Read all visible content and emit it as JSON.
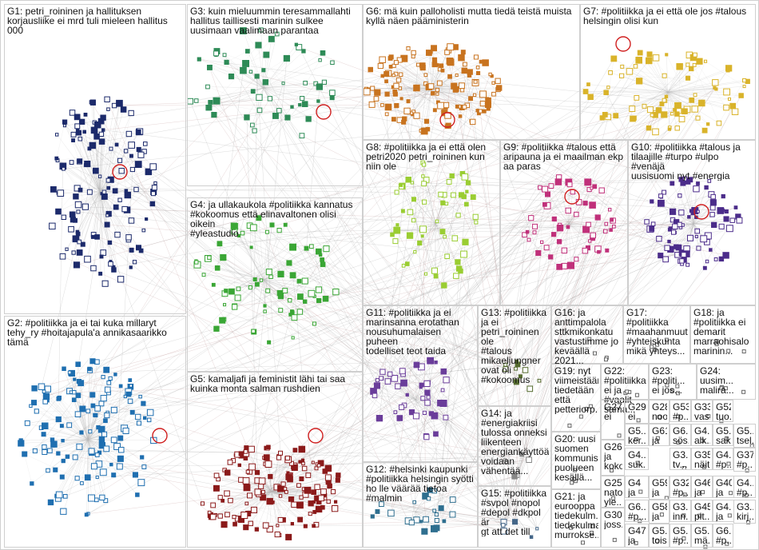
{
  "groups": [
    {
      "id": "G1",
      "label": "G1: petri_roininen ja hallituksen\nkorjausliike ei mrd tuli mieleen hallitus 000",
      "color": "#1c2a6b"
    },
    {
      "id": "G2",
      "label": "G2: #politiikka ja ei tai kuka millaryt\ntehy_ry #hoitajapula'a annikasaarikko\ntämä",
      "color": "#1f6fb0"
    },
    {
      "id": "G3",
      "label": "G3: kuin mieluummin teresammallahti\nhallitus taillisesti marinin sulkee\nuusimaan vaalimaan parantaa",
      "color": "#2e8b57"
    },
    {
      "id": "G4",
      "label": "G4: ja ullakaukola #politiikka kannatus\n#kokoomus että elinavaltonen olisi oikein\n#yleastudio",
      "color": "#3aa635"
    },
    {
      "id": "G5",
      "label": "G5: kamaljafi ja feministit lähi tai saa\nkuinka monta salman rushdien",
      "color": "#8b1a1a"
    },
    {
      "id": "G6",
      "label": "G6: mä kuin palloholisti mutta tiedä teistä muista\nkyllä näen pääministerin",
      "color": "#c8731f"
    },
    {
      "id": "G7",
      "label": "G7: #politiikka ja ei että ole jos #talous\nhelsingin olisi kun",
      "color": "#d9b32a"
    },
    {
      "id": "G8",
      "label": "G8: #politiikka ja ei että olen\npetri2020 petri_roininen kun\nniin ole",
      "color": "#9acd32"
    },
    {
      "id": "G9",
      "label": "G9: #politiikka #talous että\naripauna ja ei maailman ekp\naa paras",
      "color": "#c0307a"
    },
    {
      "id": "G10",
      "label": "G10: #politiikka #talous ja\ntilaajille #turpo #ulpo #venäjä\nuusisuomi nyt #energia",
      "color": "#4b2c8a"
    },
    {
      "id": "G11",
      "label": "G11: #politiikka ja ei\nmarinsanna erotathan\nnousuhumalaisen puheen\ntodelliset teot taida",
      "color": "#6a3d9a"
    },
    {
      "id": "G12",
      "label": "G12: #helsinki kaupunki\n#politiikka helsingin syötti\nho lle väärää tietoa\n#malmin",
      "color": "#2f6f8f"
    },
    {
      "id": "G13",
      "label": "G13: #politiikka\nja ei\npetri_roininen ole\n#talous\nmikaeljungner\novat oli\n#kokoomus",
      "color": "#556b2f"
    },
    {
      "id": "G14",
      "label": "G14: ja\n#energiakriisi\ntulossa onneksi\nliikenteen\nenergiankäyttöä\nvoidaan\nvähentää...",
      "color": "#888888"
    },
    {
      "id": "G15",
      "label": "G15: #politiikka\n#svpol #nopol\n#depol #dkpol är\ngt att det till",
      "color": "#446688"
    },
    {
      "id": "G16",
      "label": "G16: ja\nanttimpalola\nsttkmikonkatu\nvastustimme jo\nkeväällä 2021...",
      "color": "#777777"
    },
    {
      "id": "G17",
      "label": "G17: #politiikka\n#maahanmuutt...\n#yhteiskunta\nmikä yhteys...",
      "color": "#777777"
    },
    {
      "id": "G18",
      "label": "G18: ja\n#politiikka ei\ndemarit\nmarraohisalo\nmarinin...",
      "color": "#777777"
    },
    {
      "id": "G19",
      "label": "G19: nyt\nviimeistään\ntiedetään\nettä\npetteriorp...",
      "color": "#777777"
    },
    {
      "id": "G20",
      "label": "G20: uusi\nsuomen\nkommunis...\npuolueen\nkesällä...",
      "color": "#777777"
    },
    {
      "id": "G21",
      "label": "G21: ja\neurooppa\ntiedekulm...\ntiedekulma\nmurrokse...",
      "color": "#777777"
    },
    {
      "id": "G22",
      "label": "G22: #politiikka\nei ja #vaalit\nsama...",
      "color": "#777777"
    },
    {
      "id": "G23",
      "label": "G23:\n#politi...\nei jos...",
      "color": "#777777"
    },
    {
      "id": "G24",
      "label": "G24:\nuusim...\nmalira...",
      "color": "#777777"
    },
    {
      "id": "G25",
      "label": "G25:\nnato\nyle...",
      "color": "#777777"
    },
    {
      "id": "G26",
      "label": "G26:\nja\nkoko...",
      "color": "#777777"
    },
    {
      "id": "G27",
      "label": "G27:\nei",
      "color": "#777777"
    },
    {
      "id": "G28",
      "label": "G28:\nnooh...",
      "color": "#777777"
    },
    {
      "id": "G29",
      "label": "G29: ei",
      "color": "#777777"
    },
    {
      "id": "G30",
      "label": "G30:\njoss...",
      "color": "#777777"
    },
    {
      "id": "G31",
      "label": "G3...\ntv...",
      "color": "#777777"
    },
    {
      "id": "G32",
      "label": "G32\n#p...",
      "color": "#777777"
    },
    {
      "id": "G33",
      "label": "G33:\nvas...",
      "color": "#777777"
    },
    {
      "id": "G34",
      "label": "G4...\nsuk...",
      "color": "#777777"
    },
    {
      "id": "G35",
      "label": "G35\nnäit...",
      "color": "#777777"
    },
    {
      "id": "G36",
      "label": "G6...\nsös...",
      "color": "#777777"
    },
    {
      "id": "G37",
      "label": "G37\n#p...",
      "color": "#777777"
    },
    {
      "id": "G38",
      "label": "G5...\nker...",
      "color": "#777777"
    },
    {
      "id": "G39",
      "label": "G3...\ninn...",
      "color": "#777777"
    },
    {
      "id": "G40",
      "label": "G40\nja",
      "color": "#777777"
    },
    {
      "id": "G41",
      "label": "G4...\n#p...",
      "color": "#777777"
    },
    {
      "id": "G42",
      "label": "G3...\nkirj...",
      "color": "#777777"
    },
    {
      "id": "G43",
      "label": "G4...\nalk...",
      "color": "#777777"
    },
    {
      "id": "G44",
      "label": "G4...\nja",
      "color": "#777777"
    },
    {
      "id": "G45",
      "label": "G45:\npit...",
      "color": "#777777"
    },
    {
      "id": "G46",
      "label": "G46\nja",
      "color": "#777777"
    },
    {
      "id": "G47",
      "label": "G47\nja",
      "color": "#777777"
    },
    {
      "id": "G48",
      "label": "G5...\ntois...",
      "color": "#777777"
    },
    {
      "id": "G49",
      "label": "G5...\n#p...",
      "color": "#777777"
    },
    {
      "id": "G50",
      "label": "G5...\ntsel...",
      "color": "#777777"
    },
    {
      "id": "G51",
      "label": "G5...\nsak...",
      "color": "#777777"
    },
    {
      "id": "G52",
      "label": "G52\ntuo...",
      "color": "#777777"
    },
    {
      "id": "G53",
      "label": "G53\n#p...",
      "color": "#777777"
    },
    {
      "id": "G54",
      "label": "G4...\n#p...",
      "color": "#777777"
    },
    {
      "id": "G55",
      "label": "G5...\nmä...",
      "color": "#777777"
    },
    {
      "id": "G56",
      "label": "G6...\n#p...",
      "color": "#777777"
    },
    {
      "id": "G57",
      "label": "G4\nja",
      "color": "#777777"
    },
    {
      "id": "G58",
      "label": "G58\nja",
      "color": "#777777"
    },
    {
      "id": "G59",
      "label": "G59\nja",
      "color": "#777777"
    },
    {
      "id": "G60",
      "label": "G6...\n#p...",
      "color": "#777777"
    },
    {
      "id": "G61",
      "label": "G61\nja",
      "color": "#777777"
    }
  ],
  "edge_colors": {
    "intra": "#bbbbbb",
    "inter": "#b88a8a"
  }
}
